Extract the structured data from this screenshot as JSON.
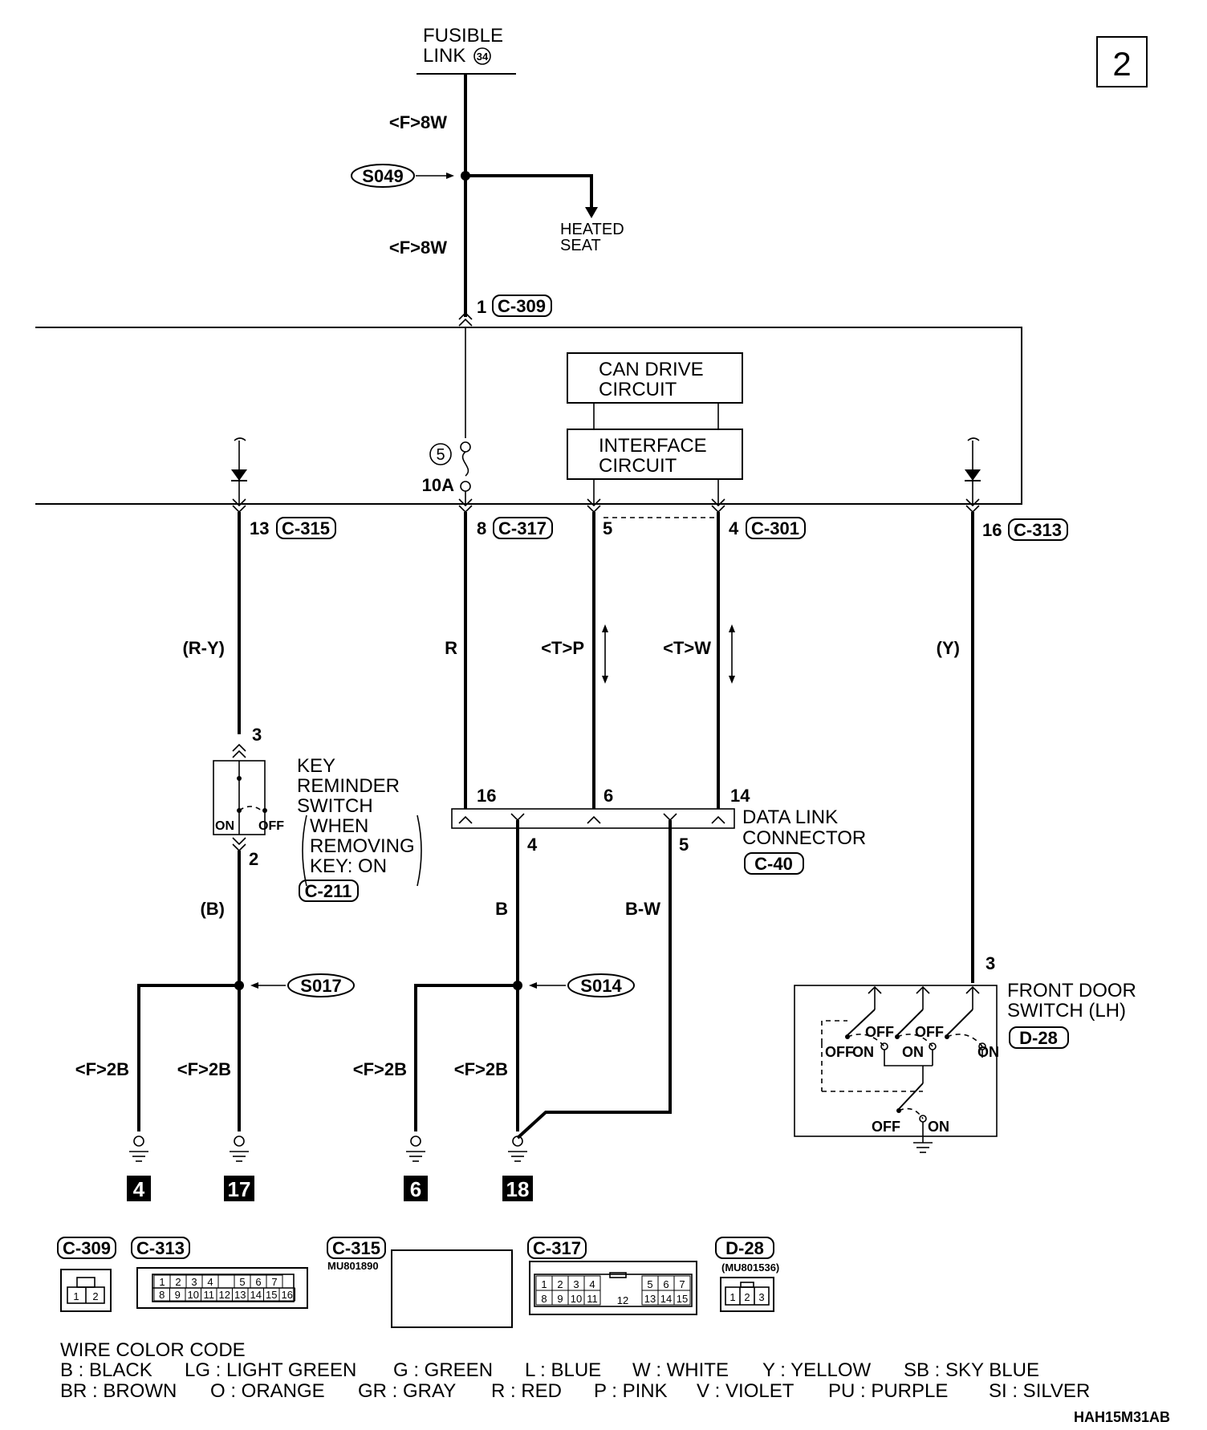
{
  "page_number": "2",
  "fusible_link": {
    "line1": "FUSIBLE",
    "line2": "LINK",
    "number": "34"
  },
  "splices": {
    "s049": "S049",
    "s017": "S017",
    "s014": "S014"
  },
  "heated_seat": {
    "line1": "HEATED",
    "line2": "SEAT"
  },
  "wire_labels": {
    "top1": "<F>8W",
    "top2": "<F>8W",
    "ry": "(R-Y)",
    "r": "R",
    "tp": "<T>P",
    "tw": "<T>W",
    "y": "(Y)",
    "b_paren": "(B)",
    "b": "B",
    "bw": "B-W",
    "f2b_1": "<F>2B",
    "f2b_2": "<F>2B",
    "f2b_3": "<F>2B",
    "f2b_4": "<F>2B"
  },
  "connectors": {
    "c309_top": {
      "pin": "1",
      "id": "C-309"
    },
    "c315": {
      "pin": "13",
      "id": "C-315"
    },
    "c317": {
      "pin": "8",
      "id": "C-317"
    },
    "c301_5": {
      "pin": "5"
    },
    "c301": {
      "pin": "4",
      "id": "C-301"
    },
    "c313": {
      "pin": "16",
      "id": "C-313"
    }
  },
  "fuse": {
    "number": "5",
    "rating": "10A"
  },
  "can_drive_circuit": {
    "line1": "CAN DRIVE",
    "line2": "CIRCUIT"
  },
  "interface_circuit": {
    "line1": "INTERFACE",
    "line2": "CIRCUIT"
  },
  "key_reminder_switch": {
    "pin_top": "3",
    "pin_bottom": "2",
    "line1": "KEY",
    "line2": "REMINDER",
    "line3": "SWITCH",
    "cond1": "WHEN",
    "cond2": "REMOVING",
    "cond3": "KEY: ON",
    "on": "ON",
    "off": "OFF",
    "connector": "C-211"
  },
  "data_link_connector": {
    "pin16": "16",
    "pin6": "6",
    "pin14": "14",
    "pin4": "4",
    "pin5": "5",
    "line1": "DATA LINK",
    "line2": "CONNECTOR",
    "connector": "C-40"
  },
  "front_door_switch": {
    "pin": "3",
    "line1": "FRONT DOOR",
    "line2": "SWITCH (LH)",
    "connector": "D-28",
    "off": "OFF",
    "on": "ON"
  },
  "grounds": [
    "4",
    "17",
    "6",
    "18"
  ],
  "connector_views": {
    "c309": {
      "id": "C-309",
      "pins": [
        "1",
        "2"
      ]
    },
    "c313": {
      "id": "C-313",
      "row1": [
        "1",
        "2",
        "3",
        "4",
        "",
        "5",
        "6",
        "7"
      ],
      "row2": [
        "8",
        "9",
        "10",
        "11",
        "12",
        "13",
        "14",
        "15",
        "16"
      ]
    },
    "c315": {
      "id": "C-315",
      "part": "MU801890"
    },
    "c317": {
      "id": "C-317",
      "row1": [
        "1",
        "2",
        "3",
        "4",
        "5",
        "6",
        "7"
      ],
      "row2": [
        "8",
        "9",
        "10",
        "11",
        "13",
        "14",
        "15"
      ],
      "center": "12"
    },
    "d28": {
      "id": "D-28",
      "part": "(MU801536)",
      "pins": [
        "1",
        "2",
        "3"
      ]
    }
  },
  "wire_color_code": {
    "title": "WIRE COLOR CODE",
    "row1": [
      "B : BLACK",
      "LG : LIGHT GREEN",
      "G : GREEN",
      "L : BLUE",
      "W : WHITE",
      "Y : YELLOW",
      "SB : SKY BLUE"
    ],
    "row2": [
      "BR : BROWN",
      "O : ORANGE",
      "GR : GRAY",
      "R : RED",
      "P : PINK",
      "V : VIOLET",
      "PU : PURPLE",
      "SI : SILVER"
    ]
  },
  "figure_code": "HAH15M31AB"
}
